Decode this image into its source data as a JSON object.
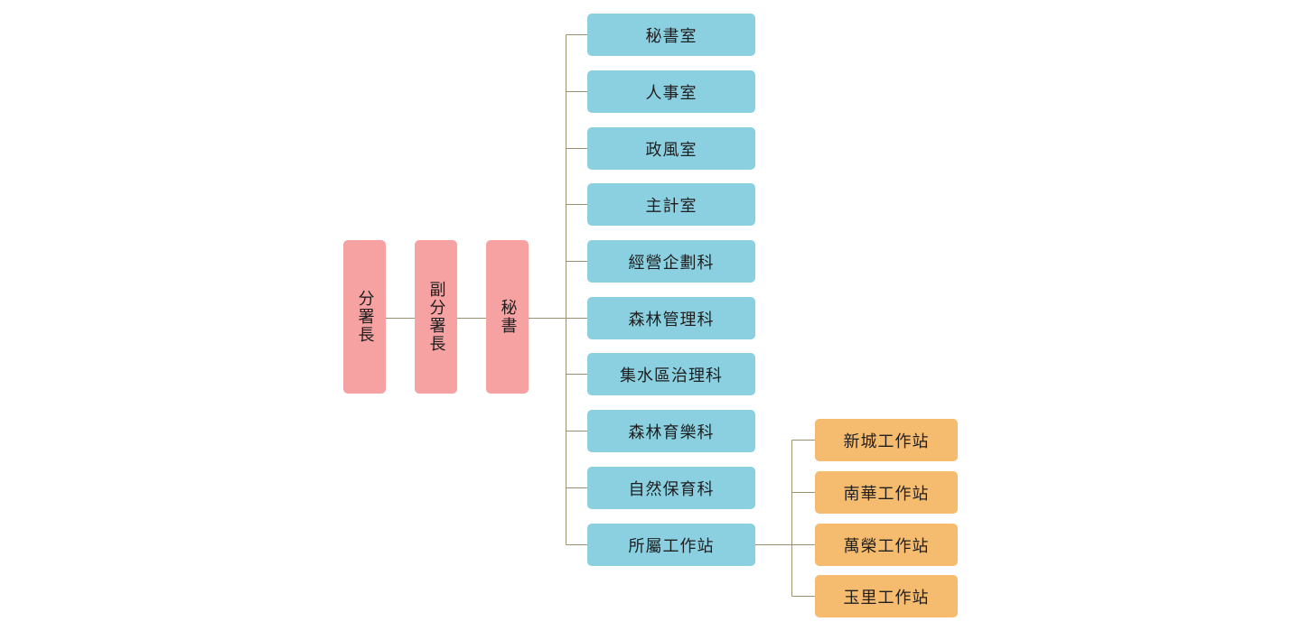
{
  "leaders": [
    {
      "label": "分署長"
    },
    {
      "label": "副分署長"
    },
    {
      "label": "秘書"
    }
  ],
  "units": [
    {
      "label": "秘書室"
    },
    {
      "label": "人事室"
    },
    {
      "label": "政風室"
    },
    {
      "label": "主計室"
    },
    {
      "label": "經營企劃科"
    },
    {
      "label": "森林管理科"
    },
    {
      "label": "集水區治理科"
    },
    {
      "label": "森林育樂科"
    },
    {
      "label": "自然保育科"
    },
    {
      "label": "所屬工作站"
    }
  ],
  "stations": [
    {
      "label": "新城工作站"
    },
    {
      "label": "南華工作站"
    },
    {
      "label": "萬榮工作站"
    },
    {
      "label": "玉里工作站"
    }
  ],
  "colors": {
    "leader_fill": "#f6a2a2",
    "unit_fill": "#8bd0e0",
    "station_fill": "#f5bb6f",
    "connector": "#9b9070"
  }
}
